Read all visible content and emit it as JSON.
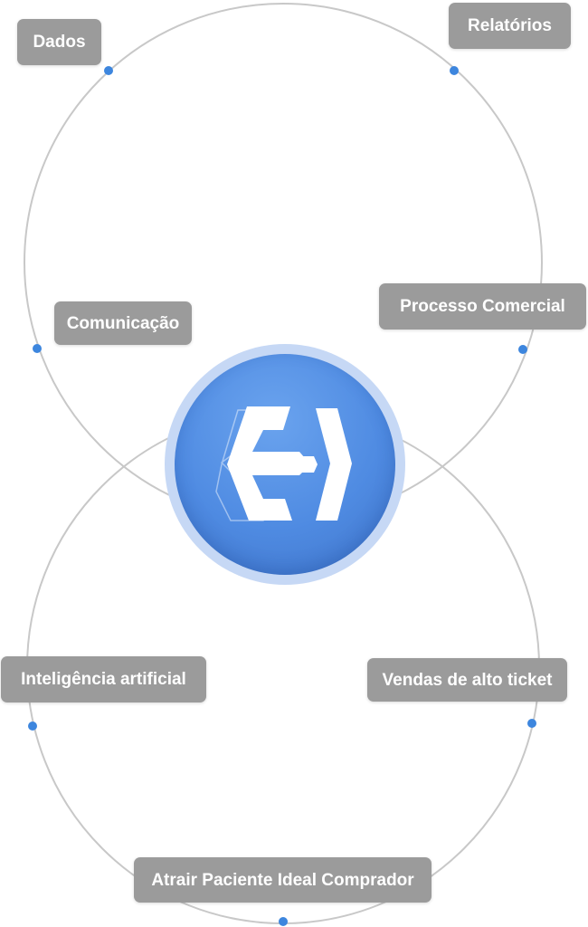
{
  "diagram": {
    "hub": {
      "logo_icon": "logo-e-chevron-icon",
      "colors": {
        "halo": "#c6d8f5",
        "core": "#4f8be2",
        "mark": "#ffffff"
      }
    },
    "rings": {
      "stroke": "#c8c8c8"
    },
    "nodes": [
      {
        "id": "dados",
        "label": "Dados"
      },
      {
        "id": "relatorios",
        "label": "Relatórios"
      },
      {
        "id": "comunicacao",
        "label": "Comunicação"
      },
      {
        "id": "processo-comercial",
        "label": "Processo Comercial"
      },
      {
        "id": "inteligencia-artificial",
        "label": "Inteligência artificial"
      },
      {
        "id": "vendas-alto-ticket",
        "label": "Vendas de alto ticket"
      },
      {
        "id": "atrair-paciente",
        "label": "Atrair Paciente Ideal Comprador"
      }
    ],
    "colors": {
      "label_bg": "#9b9b9b",
      "label_text": "#ffffff",
      "dot": "#3d86de"
    }
  }
}
